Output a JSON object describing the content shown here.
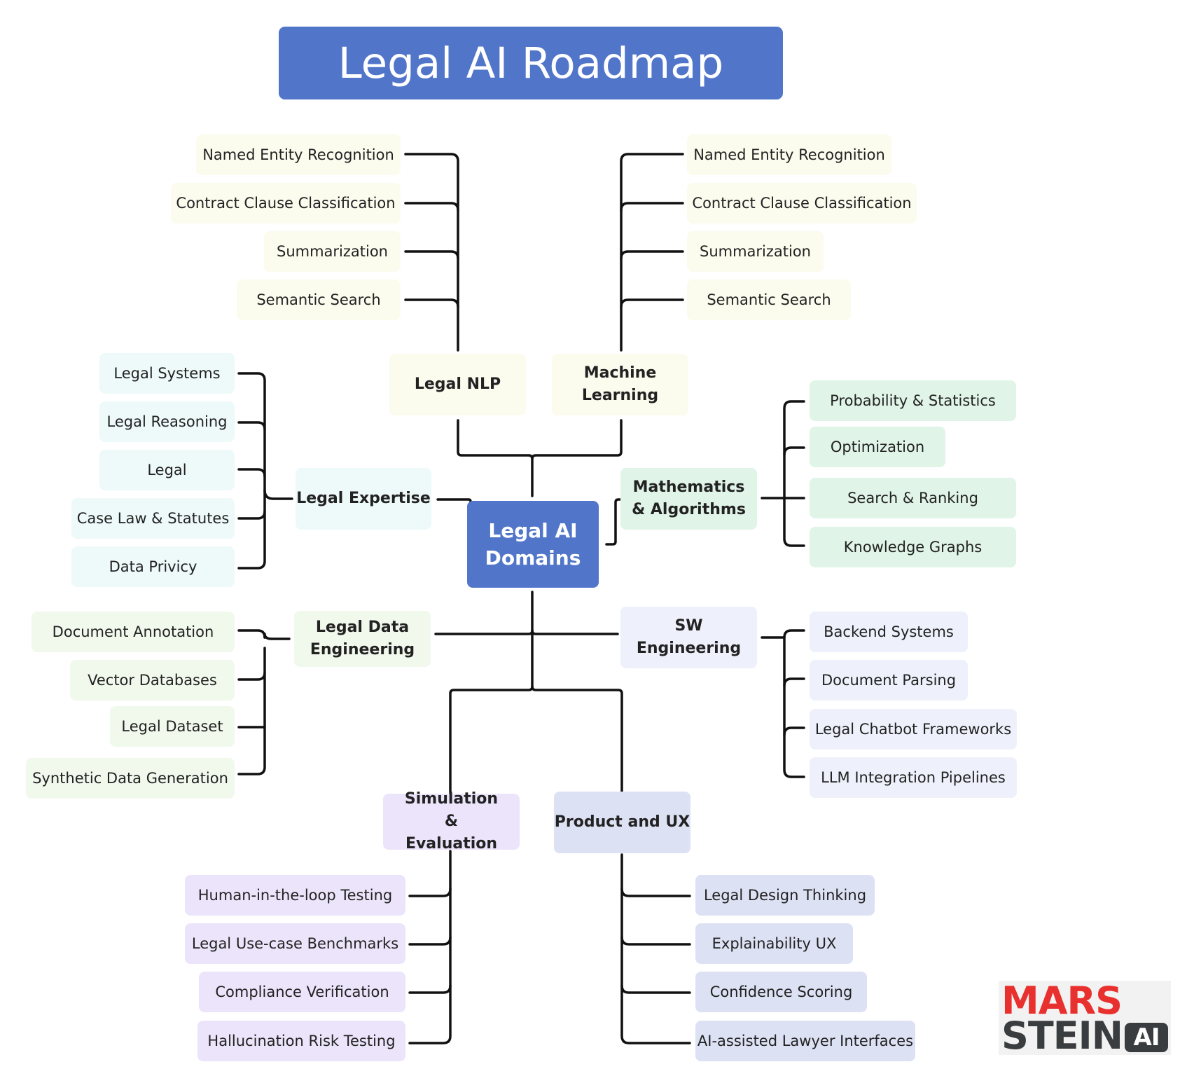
{
  "title": "Legal AI Roadmap",
  "center": "Legal AI Domains",
  "categories": {
    "nlp": "Legal NLP",
    "ml": "Machine Learning",
    "expertise": "Legal Expertise",
    "math": "Mathematics & Algorithms",
    "data": "Legal Data Engineering",
    "sw": "SW Engineering",
    "sim": "Simulation & Evaluation",
    "product": "Product and UX"
  },
  "leaves": {
    "nlp": [
      "Named Entity Recognition",
      "Contract Clause Classification",
      "Summarization",
      "Semantic Search"
    ],
    "ml": [
      "Named Entity Recognition",
      "Contract Clause Classification",
      "Summarization",
      "Semantic Search"
    ],
    "expertise": [
      "Legal Systems",
      "Legal Reasoning",
      "Legal",
      "Case Law & Statutes",
      "Data Privicy"
    ],
    "math": [
      "Probability & Statistics",
      "Optimization",
      "Search & Ranking",
      "Knowledge Graphs"
    ],
    "data": [
      "Document Annotation",
      "Vector Databases",
      "Legal Dataset",
      "Synthetic Data Generation"
    ],
    "sw": [
      "Backend Systems",
      "Document Parsing",
      "Legal Chatbot Frameworks",
      "LLM Integration Pipelines"
    ],
    "sim": [
      "Human-in-the-loop Testing",
      "Legal Use-case Benchmarks",
      "Compliance Verification",
      "Hallucination Risk Testing"
    ],
    "product": [
      "Legal Design Thinking",
      "Explainability UX",
      "Confidence Scoring",
      "AI-assisted Lawyer Interfaces"
    ]
  },
  "logo": {
    "line1": "MARS",
    "line2": "STEIN",
    "badge": "AI"
  },
  "colors": {
    "accent": "#5176c9",
    "nlp": "#fbfbee",
    "expertise": "#eef9f9",
    "math": "#e0f4e8",
    "data": "#f1f9ed",
    "sw": "#eef1fb",
    "sim": "#ece4fa",
    "product": "#dde1f4",
    "logo_red": "#e8312f",
    "logo_dark": "#3a3d40"
  }
}
